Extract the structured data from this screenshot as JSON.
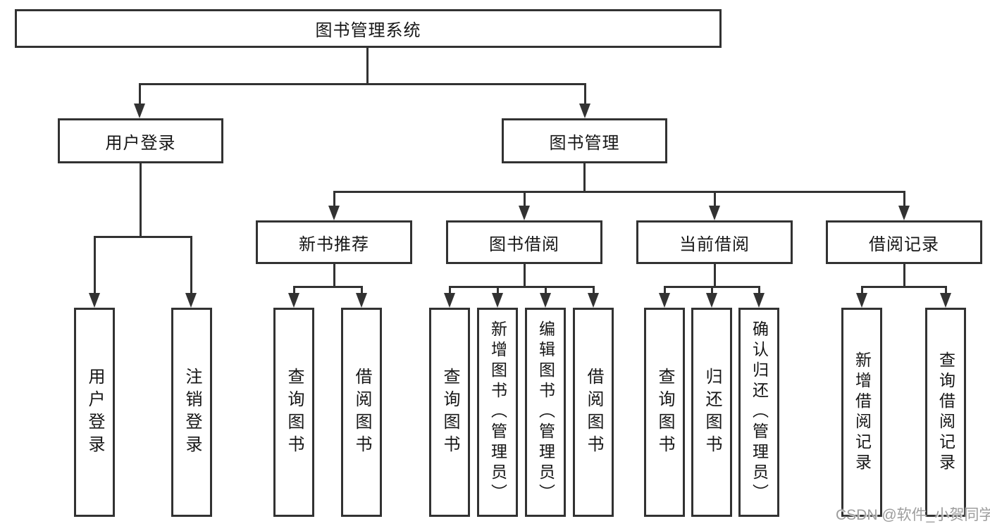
{
  "diagram": {
    "root": {
      "label": "图书管理系统"
    },
    "branches": [
      {
        "label": "用户登录",
        "children": [
          {
            "label": "用户登录"
          },
          {
            "label": "注销登录"
          }
        ]
      },
      {
        "label": "图书管理",
        "children": [
          {
            "label": "新书推荐",
            "children": [
              {
                "label": "查询图书"
              },
              {
                "label": "借阅图书"
              }
            ]
          },
          {
            "label": "图书借阅",
            "children": [
              {
                "label": "查询图书"
              },
              {
                "label": "新增图书（管理员）"
              },
              {
                "label": "编辑图书（管理员）"
              },
              {
                "label": "借阅图书"
              }
            ]
          },
          {
            "label": "当前借阅",
            "children": [
              {
                "label": "查询图书"
              },
              {
                "label": "归还图书"
              },
              {
                "label": "确认归还（管理员）"
              }
            ]
          },
          {
            "label": "借阅记录",
            "children": [
              {
                "label": "新增借阅记录"
              },
              {
                "label": "查询借阅记录"
              }
            ]
          }
        ]
      }
    ]
  },
  "watermark": {
    "text": "CSDN @软件_小贺同学"
  },
  "colors": {
    "line": "#323232",
    "text": "#161616",
    "box_background": "#ffffff",
    "page_background": "#ffffff",
    "watermark": "#9d9d9d"
  }
}
